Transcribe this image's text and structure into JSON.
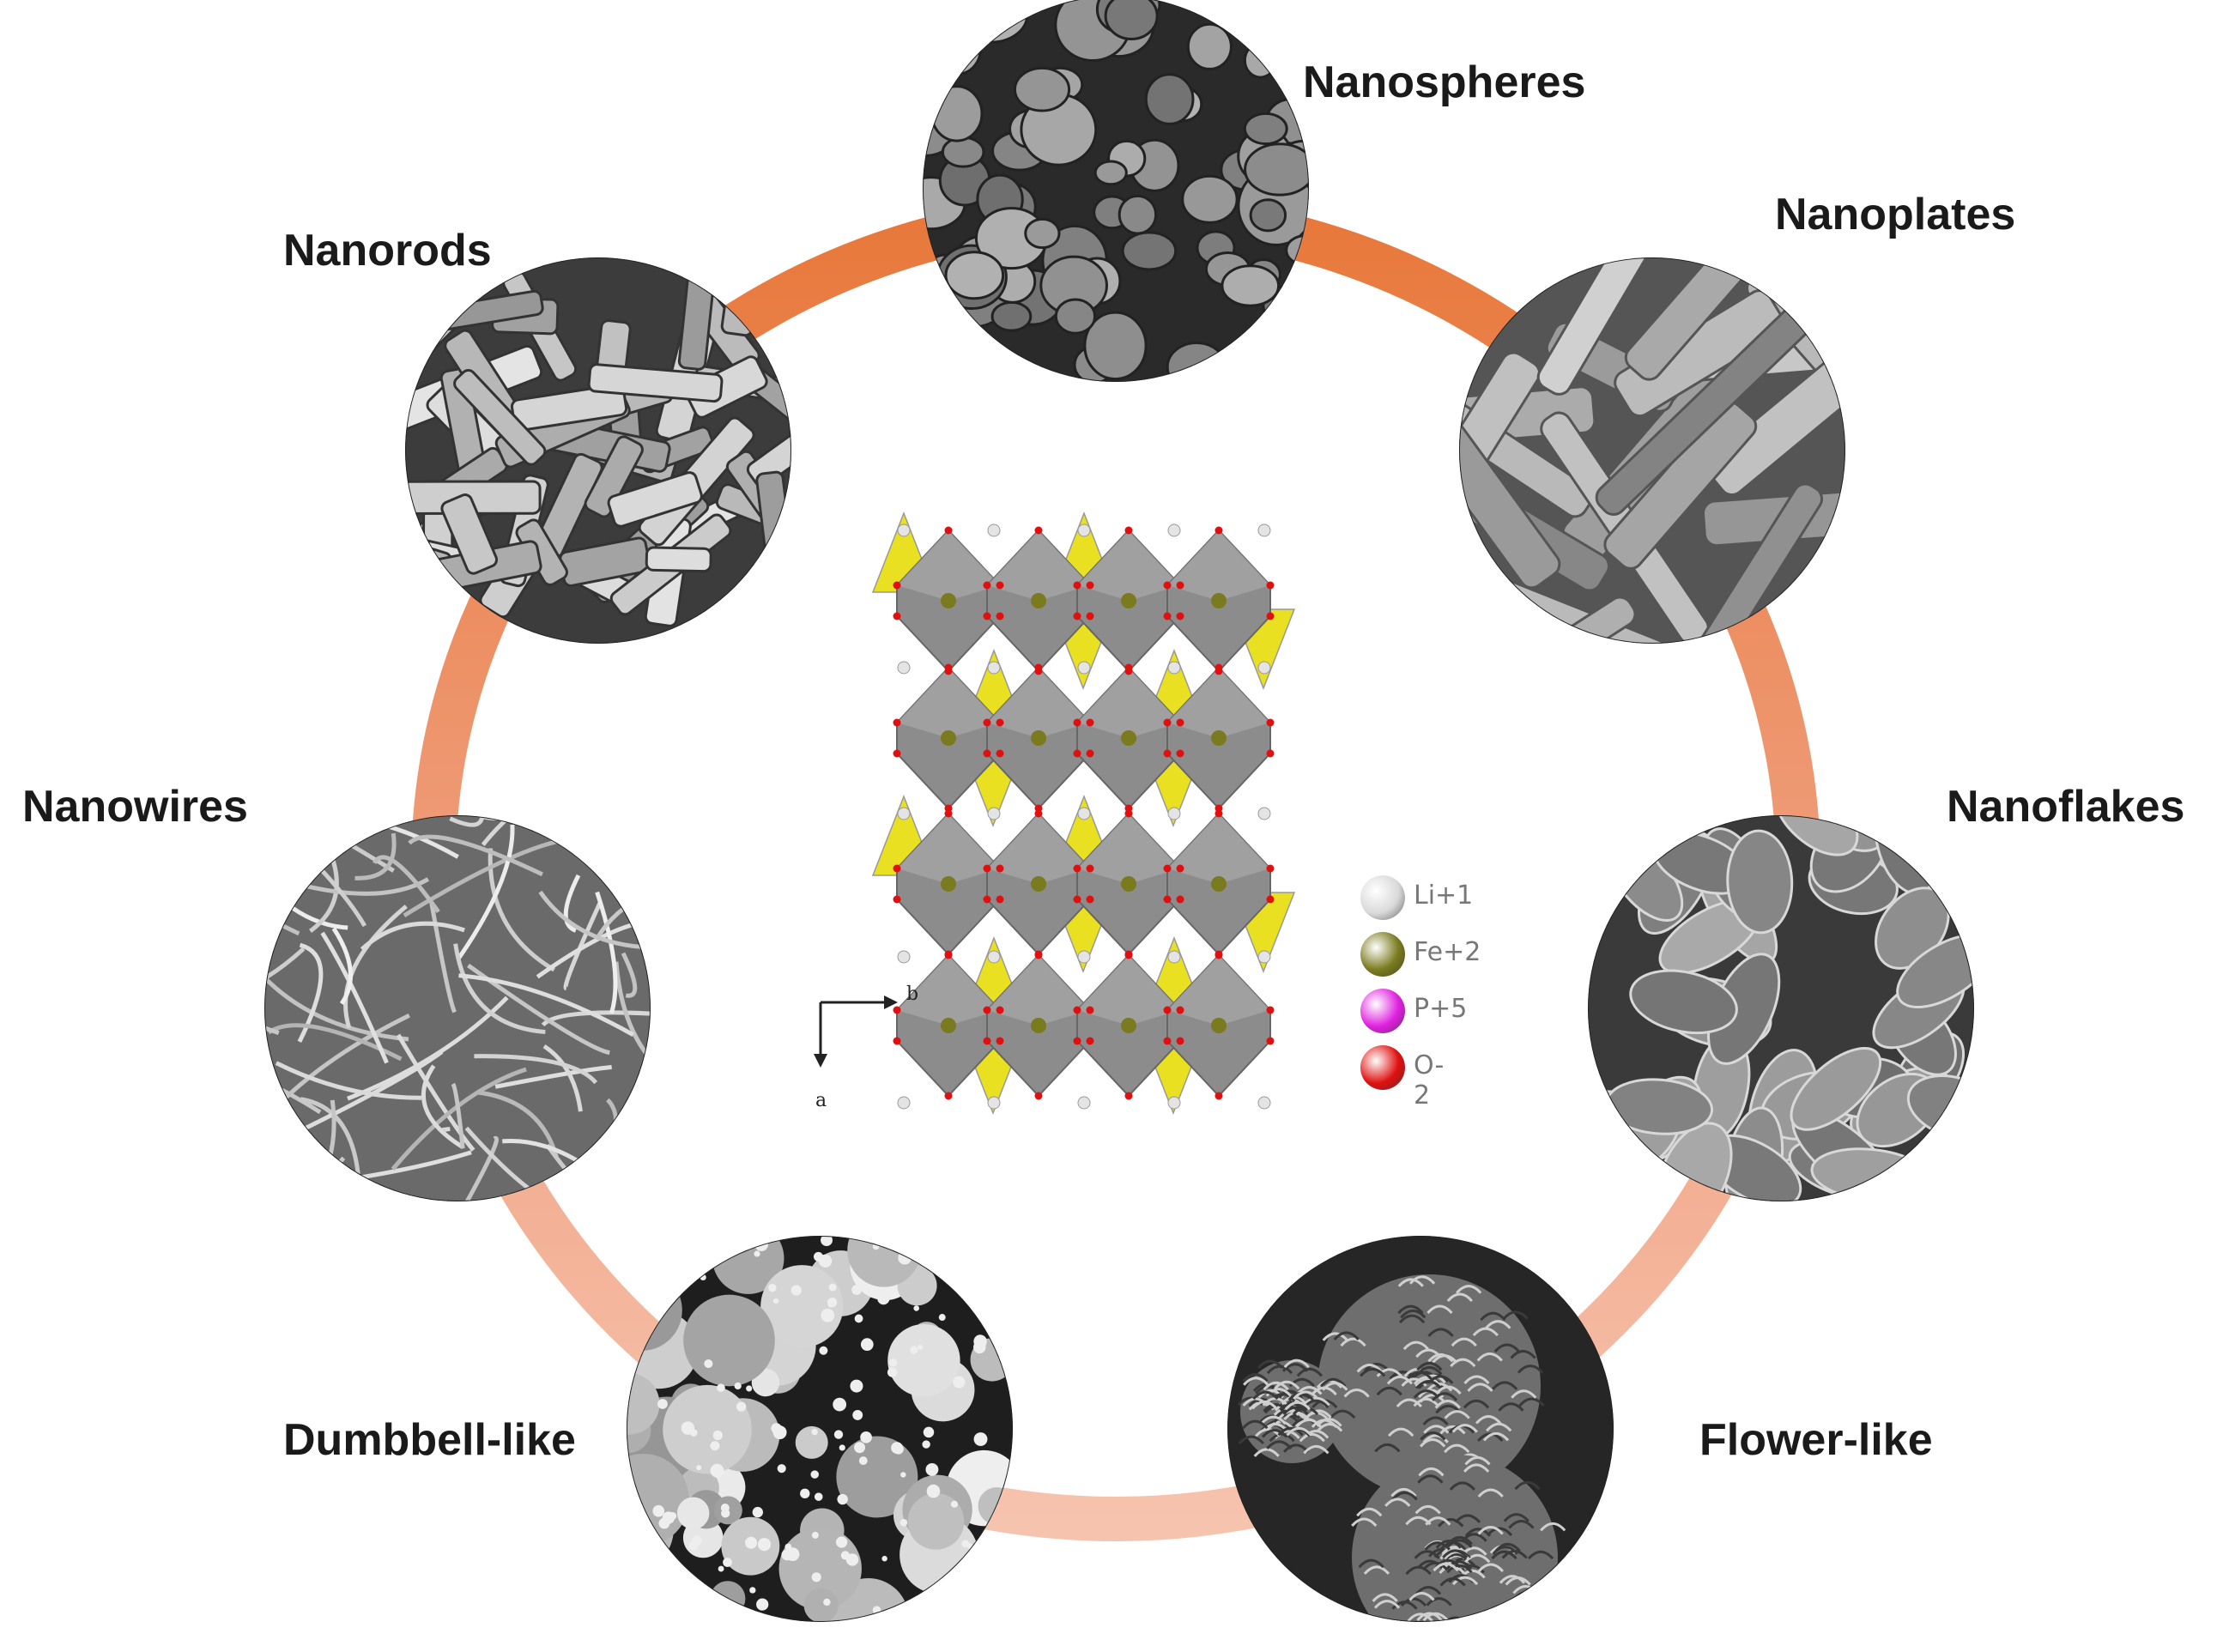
{
  "morphologies": [
    {
      "label": "Nanospheres",
      "icon": "nanospheres-sem-image"
    },
    {
      "label": "Nanoplates",
      "icon": "nanoplates-sem-image"
    },
    {
      "label": "Nanoflakes",
      "icon": "nanoflakes-sem-image"
    },
    {
      "label": "Flower-like",
      "icon": "flower-like-sem-image"
    },
    {
      "label": "Dumbbell-like",
      "icon": "dumbbell-like-sem-image"
    },
    {
      "label": "Nanowires",
      "icon": "nanowires-sem-image"
    },
    {
      "label": "Nanorods",
      "icon": "nanorods-sem-image"
    }
  ],
  "crystal": {
    "axes": {
      "horizontal": "b",
      "vertical": "a"
    },
    "legend": [
      {
        "label": "Li+1",
        "color": "#d9d9d9"
      },
      {
        "label": "Fe+2",
        "color": "#7a7a1e"
      },
      {
        "label": "P+5",
        "color": "#e020e0"
      },
      {
        "label": "O-2",
        "color": "#e01010"
      }
    ]
  },
  "colors": {
    "ring_dark": "#e8783a",
    "ring_light": "#f3b79c",
    "octahedron": "#8c8c8c",
    "tetrahedron": "#e8e020"
  }
}
